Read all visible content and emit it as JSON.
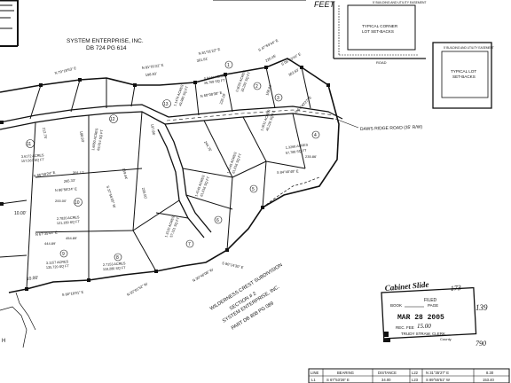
{
  "header": {
    "feet_label": "FEET",
    "owner_line1": "SYSTEM ENTERPRISE, INC.",
    "owner_line2": "DB 724 PG 614"
  },
  "detail_boxes": {
    "corner": {
      "title_line1": "TYPICAL CORNER",
      "title_line2": "LOT SET-BACKS",
      "easement_label": "5' BUILDING AND UTILITY EASEMENT",
      "road_label": "ROAD"
    },
    "lot": {
      "title_line1": "TYPICAL LOT",
      "title_line2": "SET-BACKS",
      "easement_label": "5' BUILDING AND UTILITY EASEMENT"
    }
  },
  "road": {
    "label": "DAWS RIDGE ROAD (35' R/W)"
  },
  "lots": [
    {
      "number": "1",
      "acres": "0.8441 ACRES",
      "sqft": "36,769 SQ FT"
    },
    {
      "number": "2",
      "acres": "0.9020 ACRES",
      "sqft": "39,292 SQ FT"
    },
    {
      "number": "3",
      "acres": "1.0611 ACRES",
      "sqft": "46,226 SQ FT"
    },
    {
      "number": "4",
      "acres": "1.3266 ACRES",
      "sqft": "57,786 SQ FT"
    },
    {
      "number": "5",
      "acres": "1.4145 ACRES",
      "sqft": "61,616 SQ FT"
    },
    {
      "number": "6",
      "acres": "1.4145 ACRES",
      "sqft": "61,616 SQ FT"
    },
    {
      "number": "7",
      "acres": "1.3120 ACRES",
      "sqft": "57,151 SQ FT"
    },
    {
      "number": "8",
      "acres": "2.7153 ACRES",
      "sqft": "118,280 SQ FT"
    },
    {
      "number": "9",
      "acres": "3.1157 ACRES",
      "sqft": "135,720 SQ FT"
    },
    {
      "number": "10",
      "acres": "2.7820 ACRES",
      "sqft": "121,180 SQ FT"
    },
    {
      "number": "11",
      "acres": "3.6172 ACRES",
      "sqft": "157,567 SQ FT"
    },
    {
      "number": "12",
      "acres": "1.6050 ACRES",
      "sqft": "69,914 SQ FT"
    },
    {
      "number": "13",
      "acres": "1.1474 ACRES",
      "sqft": "49,980 SQ FT"
    }
  ],
  "bearings": [
    "N 81°01'22\" E",
    "S 47°59'44\" E",
    "N 81°01'22\" E",
    "S 06°53'44\" E",
    "N 86°58'24\" E",
    "N 67°35'43\" E",
    "N 86°58'24\" E",
    "S 37°56'35\" W",
    "N 53°40'27\" E",
    "S 84°40'48\" E",
    "N 60°08'38\" E",
    "S 80°14'30\" E",
    "N 30°46'08\" W",
    "N 55°01'52\" W",
    "S 80°18'01\" E",
    "N 79°18'53\" E"
  ],
  "distances": [
    "301.61'",
    "220.45'",
    "198.83'",
    "302.63'",
    "200.00'",
    "454.89'",
    "265.33'",
    "444.89'",
    "244.75'",
    "391.17'",
    "168.64'",
    "226.19'",
    "235.86'",
    "159.44'",
    "205.00'",
    "188.93'",
    "197.86'",
    "212.75'"
  ],
  "subdivision": {
    "line1": "WILDERNESS CREST SUBDIVISION",
    "line2": "SECTION # 2",
    "line3": "SYSTEM ENTERPRISE, INC.",
    "line4": "PART DB 808 PG 089"
  },
  "stamp": {
    "cabinet_label": "Cabinet Slide",
    "slide_number": "173",
    "filed_label": "FILED",
    "book_label": "BOOK",
    "page_label": "PAGE",
    "date": "MAR 28 2005",
    "rec_fee_label": "REC. FEE",
    "rec_fee_value": "15.00",
    "clerk_line": "TRUDY STRAW, CLERK",
    "county_label": "County",
    "side_number": "139",
    "bottom_number": "790"
  },
  "line_table": {
    "headers": [
      "LINE",
      "BEARING",
      "DISTANCE"
    ],
    "row": [
      "L1",
      "S 67°53'26\" E",
      "34.00"
    ],
    "row2": [
      "L22",
      "N 31°35'27\" E",
      "8.30"
    ],
    "row3": [
      "L23",
      "S 89°55'51\" W",
      "153.40"
    ]
  },
  "left_labels": {
    "dist_a": "10.00'",
    "dist_b": "10.00'",
    "letter": "H"
  }
}
